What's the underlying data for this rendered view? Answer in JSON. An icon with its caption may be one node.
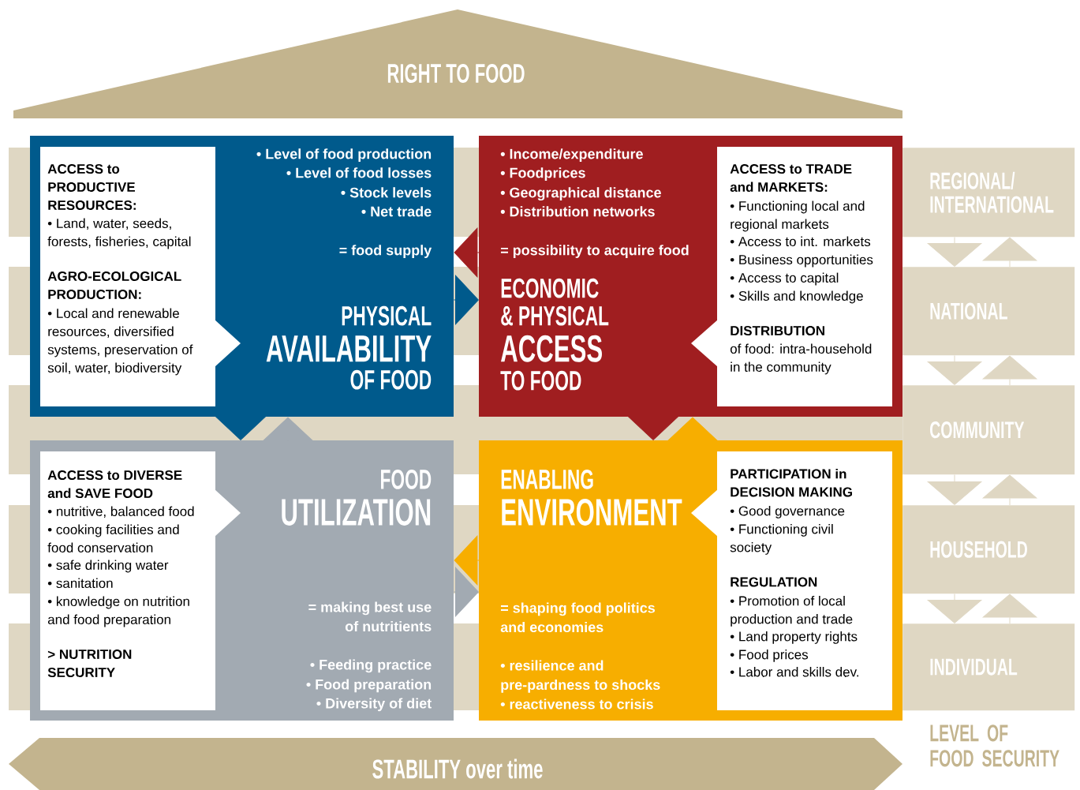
{
  "diagram": {
    "nodes": [
      {
        "text": [
          "RIGHT TO FOOD"
        ]
      },
      {
        "text": [
          "• Level of food production",
          "• Level of food losses",
          "• Stock levels",
          "• Net trade",
          "= food supply",
          "PHYSICAL",
          "AVAILABILITY",
          "OF FOOD"
        ]
      },
      {
        "text": [
          "ACCESS to PRODUCTIVE RESOURCES:",
          "• Land, water, seeds, forests, fisheries, capital",
          "AGRO-ECOLOGICAL PRODUCTION:",
          "• Local and renewable resources, diversified systems, preservation of soil, water, biodiversity"
        ],
        "in": 1
      },
      {
        "text": [
          "• Income/expenditure",
          "• Foodprices",
          "• Geographical distance",
          "• Distribution networks",
          "= possibility to acquire food",
          "ECONOMIC",
          "& PHYSICAL",
          "ACCESS",
          "TO FOOD"
        ]
      },
      {
        "text": [
          "ACCESS to TRADE and MARKETS:",
          "• Functioning local and regional markets",
          "• Access to int. markets",
          "• Business opportunities",
          "• Access to capital",
          "• Skills and knowledge",
          "DISTRIBUTION",
          "of food: intra-household in the community"
        ],
        "in": 3
      },
      {
        "text": [
          "FOOD",
          "UTILIZATION",
          "= making best use of nutritients",
          "• Feeding practice",
          "• Food preparation",
          "• Diversity of diet"
        ]
      },
      {
        "text": [
          "ACCESS to DIVERSE and SAVE FOOD",
          "• nutritive, balanced food",
          "• cooking facilities and food conservation",
          "• safe drinking water",
          "• sanitation",
          "• knowledge on nutrition and food preparation",
          "> NUTRITION SECURITY"
        ],
        "in": 5
      },
      {
        "text": [
          "ENABLING",
          "ENVIRONMENT",
          "= shaping food politics and economies",
          "• resilience and pre-pardness to shocks",
          "• reactiveness to crisis"
        ]
      },
      {
        "text": [
          "PARTICIPATION in DECISION MAKING",
          "• Good governance",
          "• Functioning civil society",
          "REGULATION",
          "• Promotion of local production and trade",
          "• Land property rights",
          "• Food prices",
          "• Labor and skills dev."
        ],
        "in": 7
      },
      {
        "text": [
          "STABILITY over time"
        ]
      },
      {
        "text": [
          "REGIONAL/ INTERNATIONAL"
        ]
      },
      {
        "text": [
          "NATIONAL"
        ]
      },
      {
        "text": [
          "COMMUNITY"
        ]
      },
      {
        "text": [
          "HOUSEHOLD"
        ]
      },
      {
        "text": [
          "INDIVIDUAL"
        ]
      }
    ],
    "edges": [
      {
        "from": 1,
        "to": 3,
        "arrow": "to",
        "color": "#005a8c"
      },
      {
        "from": 3,
        "to": 1,
        "arrow": "to",
        "color": "#a01e20"
      },
      {
        "from": 1,
        "to": 5,
        "arrow": "to",
        "color": "#005a8c"
      },
      {
        "from": 5,
        "to": 1,
        "arrow": "to",
        "color": "#a2aab2"
      },
      {
        "from": 3,
        "to": 7,
        "arrow": "to",
        "color": "#a01e20"
      },
      {
        "from": 7,
        "to": 3,
        "arrow": "to",
        "color": "#f7ae00"
      },
      {
        "from": 5,
        "to": 7,
        "arrow": "to",
        "color": "#a2aab2"
      },
      {
        "from": 7,
        "to": 5,
        "arrow": "to",
        "color": "#f7ae00"
      },
      {
        "from": 10,
        "to": 11,
        "arrow": "to"
      },
      {
        "from": 11,
        "to": 10,
        "arrow": "to"
      },
      {
        "from": 11,
        "to": 12,
        "arrow": "to"
      },
      {
        "from": 12,
        "to": 11,
        "arrow": "to"
      },
      {
        "from": 12,
        "to": 13,
        "arrow": "to"
      },
      {
        "from": 13,
        "to": 12,
        "arrow": "to"
      },
      {
        "from": 13,
        "to": 14,
        "arrow": "to"
      },
      {
        "from": 14,
        "to": 13,
        "arrow": "to"
      }
    ],
    "labels": [
      "LEVEL OF FOOD SECURITY"
    ]
  }
}
